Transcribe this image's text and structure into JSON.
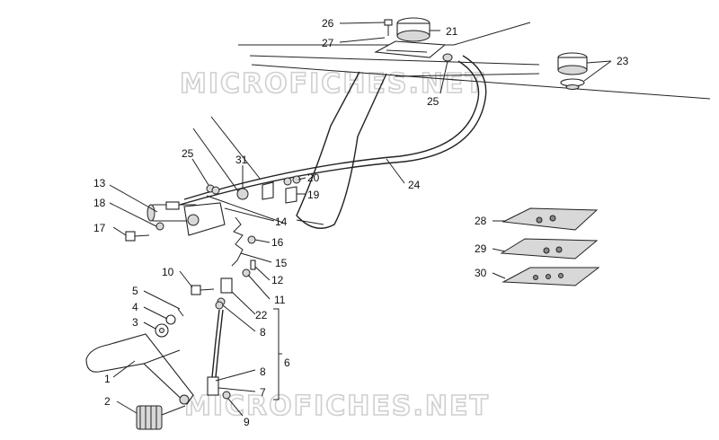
{
  "watermark": {
    "top": "MICROFICHES.NET",
    "bottom": "MICROFICHES.NET"
  },
  "callouts": [
    {
      "id": "c26",
      "label": "26"
    },
    {
      "id": "c27",
      "label": "27"
    },
    {
      "id": "c21",
      "label": "21"
    },
    {
      "id": "c23",
      "label": "23"
    },
    {
      "id": "c25a",
      "label": "25"
    },
    {
      "id": "c25b",
      "label": "25"
    },
    {
      "id": "c31",
      "label": "31"
    },
    {
      "id": "c20",
      "label": "20"
    },
    {
      "id": "c19",
      "label": "19"
    },
    {
      "id": "c24",
      "label": "24"
    },
    {
      "id": "c13",
      "label": "13"
    },
    {
      "id": "c18",
      "label": "18"
    },
    {
      "id": "c17",
      "label": "17"
    },
    {
      "id": "c14",
      "label": "14"
    },
    {
      "id": "c16",
      "label": "16"
    },
    {
      "id": "c15",
      "label": "15"
    },
    {
      "id": "c12",
      "label": "12"
    },
    {
      "id": "c10",
      "label": "10"
    },
    {
      "id": "c11",
      "label": "11"
    },
    {
      "id": "c5",
      "label": "5"
    },
    {
      "id": "c4",
      "label": "4"
    },
    {
      "id": "c3",
      "label": "3"
    },
    {
      "id": "c22",
      "label": "22"
    },
    {
      "id": "c8a",
      "label": "8"
    },
    {
      "id": "c6",
      "label": "6"
    },
    {
      "id": "c1",
      "label": "1"
    },
    {
      "id": "c8b",
      "label": "8"
    },
    {
      "id": "c7",
      "label": "7"
    },
    {
      "id": "c2",
      "label": "2"
    },
    {
      "id": "c9",
      "label": "9"
    },
    {
      "id": "c28",
      "label": "28"
    },
    {
      "id": "c29",
      "label": "29"
    },
    {
      "id": "c30",
      "label": "30"
    }
  ]
}
